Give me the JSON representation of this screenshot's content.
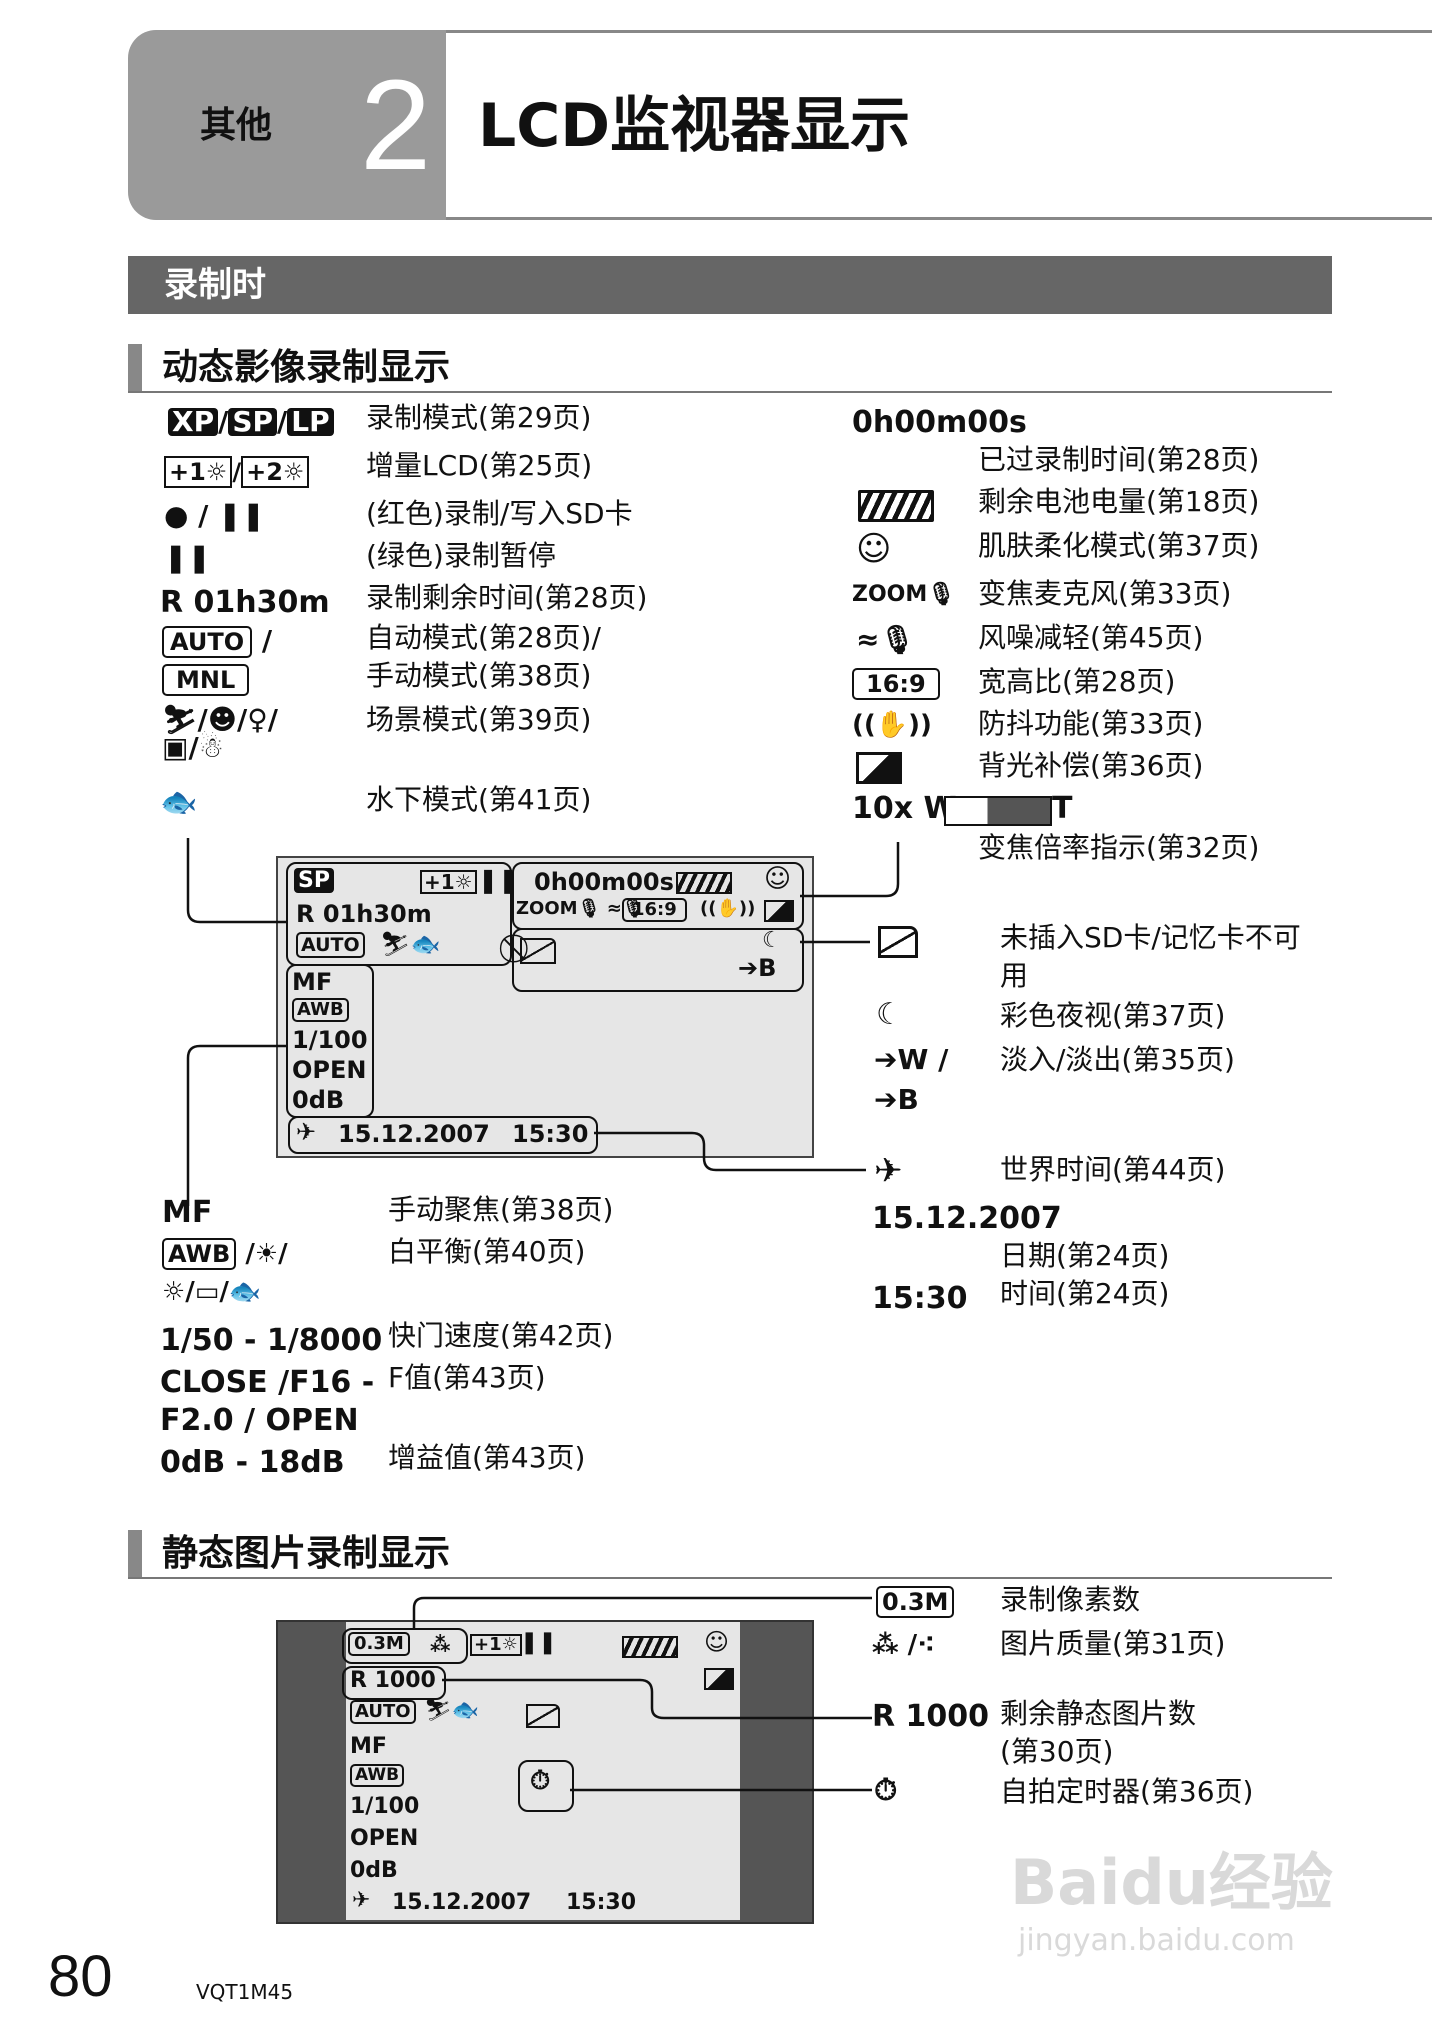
{
  "header": {
    "category": "其他",
    "chapter_num": "2",
    "title": "LCD监视器显示"
  },
  "section_bar": "录制时",
  "motion": {
    "heading": "动态影像录制显示",
    "left_items": [
      {
        "sym": "XP/SP/LP",
        "desc": "录制模式(第29页)"
      },
      {
        "sym": "+1☼/+2☼",
        "desc": "增量LCD(第25页)"
      },
      {
        "sym": "● / ❚❚",
        "desc": "(红色)录制/写入SD卡"
      },
      {
        "sym": "❚❚",
        "desc": "(绿色)录制暂停"
      },
      {
        "sym": "R 01h30m",
        "desc": "录制剩余时间(第28页)"
      },
      {
        "sym": "AUTO",
        "sym2": "MNL",
        "desc": "自动模式(第28页)/",
        "desc2": "手动模式(第38页)"
      },
      {
        "sym": "场景图标",
        "desc": "场景模式(第39页)"
      },
      {
        "sym": "鱼",
        "desc": "水下模式(第41页)"
      }
    ],
    "right_items": [
      {
        "sym": "0h00m00s",
        "desc": "已过录制时间(第28页)"
      },
      {
        "sym": "battery",
        "desc": "剩余电池电量(第18页)"
      },
      {
        "sym": "face",
        "desc": "肌肤柔化模式(第37页)"
      },
      {
        "sym": "ZOOM",
        "desc": "变焦麦克风(第33页)"
      },
      {
        "sym": "wind",
        "desc": "风噪减轻(第45页)"
      },
      {
        "sym": "16:9",
        "desc": "宽高比(第28页)"
      },
      {
        "sym": "((✋))",
        "desc": "防抖功能(第33页)"
      },
      {
        "sym": "backlight",
        "desc": "背光补偿(第36页)"
      },
      {
        "sym_w": "10x W",
        "sym_t": "T",
        "desc": "变焦倍率指示(第32页)"
      }
    ],
    "lcd": {
      "sp": "SP",
      "remain": "R  01h30m",
      "auto": "AUTO",
      "elapsed": "0h00m00s",
      "zoom": "ZOOM",
      "aspect": "16:9",
      "fade": "B",
      "mf": "MF",
      "awb": "AWB",
      "shutter": "1/100",
      "open": "OPEN",
      "gain": "0dB",
      "date": "15.12.2007",
      "time": "15:30"
    },
    "side_items": [
      {
        "desc": "未插入SD卡/记忆卡不可",
        "desc2": "用"
      },
      {
        "desc": "彩色夜视(第37页)"
      },
      {
        "sym": "W /",
        "sym2": "B",
        "desc": "淡入/淡出(第35页)"
      },
      {
        "desc": "世界时间(第44页)"
      },
      {
        "sym": "15.12.2007",
        "desc": "日期(第24页)"
      },
      {
        "sym": "15:30",
        "desc": "时间(第24页)"
      }
    ],
    "bottom_items": [
      {
        "sym": "MF",
        "desc": "手动聚焦(第38页)"
      },
      {
        "sym": "AWB",
        "desc": "白平衡(第40页)"
      },
      {
        "sym": "1/50 - 1/8000",
        "desc": "快门速度(第42页)"
      },
      {
        "sym": "CLOSE /F16 -",
        "sym2": "F2.0 / OPEN",
        "desc": "F值(第43页)"
      },
      {
        "sym": "0dB  - 18dB",
        "desc": "增益值(第43页)"
      }
    ]
  },
  "still": {
    "heading": "静态图片录制显示",
    "lcd": {
      "px": "0.3M",
      "remain": "R 1000",
      "auto": "AUTO",
      "mf": "MF",
      "awb": "AWB",
      "shutter": "1/100",
      "open": "OPEN",
      "gain": "0dB",
      "date": "15.12.2007",
      "time": "15:30"
    },
    "items": [
      {
        "sym": "0.3M",
        "desc": "录制像素数"
      },
      {
        "sym": "quality",
        "desc": "图片质量(第31页)"
      },
      {
        "sym": "R 1000",
        "desc": "剩余静态图片数",
        "desc2": "(第30页)"
      },
      {
        "sym": "timer",
        "desc": "自拍定时器(第36页)"
      }
    ]
  },
  "footer": {
    "page": "80",
    "code": "VQT1M45",
    "watermark": "Baidu经验",
    "watermark_url": "jingyan.baidu.com"
  }
}
